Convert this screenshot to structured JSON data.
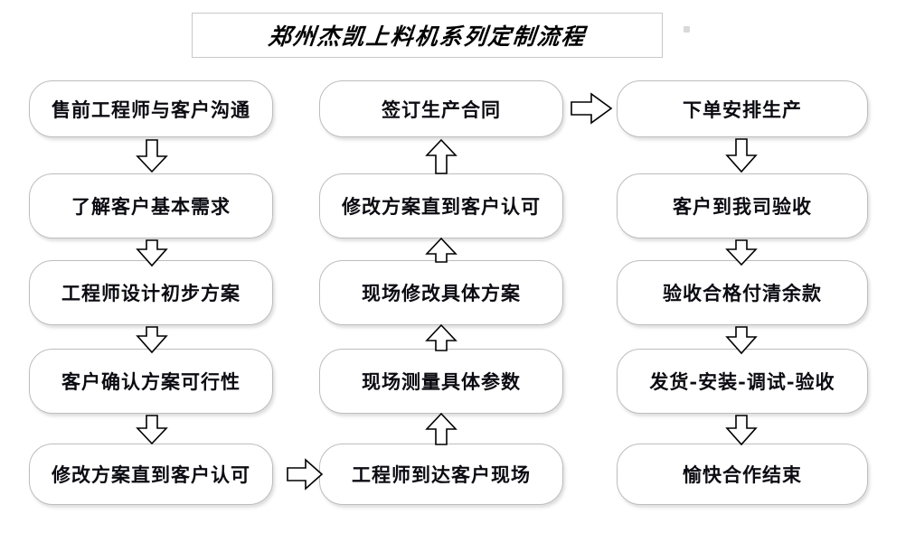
{
  "title": {
    "text": "郑州杰凯上料机系列定制流程"
  },
  "columns": [
    {
      "id": "column-1",
      "nodes": [
        {
          "label": "售前工程师与客户沟通"
        },
        {
          "label": "了解客户基本需求"
        },
        {
          "label": "工程师设计初步方案"
        },
        {
          "label": "客户确认方案可行性"
        },
        {
          "label": "修改方案直到客户认可"
        }
      ]
    },
    {
      "id": "column-2",
      "nodes": [
        {
          "label": "签订生产合同"
        },
        {
          "label": "修改方案直到客户认可"
        },
        {
          "label": "现场修改具体方案"
        },
        {
          "label": "现场测量具体参数"
        },
        {
          "label": "工程师到达客户现场"
        }
      ]
    },
    {
      "id": "column-3",
      "nodes": [
        {
          "label": "下单安排生产"
        },
        {
          "label": "客户到我司验收"
        },
        {
          "label": "验收合格付清余款"
        },
        {
          "label": "发货-安装-调试-验收"
        },
        {
          "label": "愉快合作结束"
        }
      ]
    }
  ],
  "connectors": {
    "down_arrow_icon": "arrow-down-block-icon",
    "up_arrow_icon": "arrow-up-block-icon",
    "right_arrow_icon": "arrow-right-block-icon",
    "column1_direction": "down",
    "column2_direction": "up",
    "column3_direction": "down",
    "bridge_1_to_2": "right",
    "bridge_2_to_3": "right"
  },
  "colors": {
    "node_border": "#bdbdbd",
    "node_fill": "#ffffff",
    "text": "#0b0b12",
    "arrow_stroke": "#000000",
    "arrow_fill": "#ffffff",
    "title_border": "#c8c8c8",
    "background": "#ffffff"
  }
}
